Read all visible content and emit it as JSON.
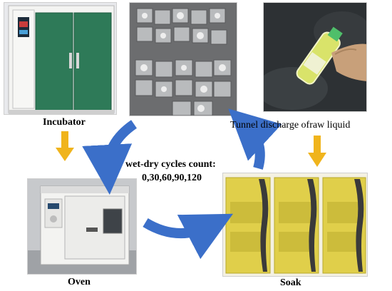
{
  "labels": {
    "incubator": "Incubator",
    "oven": "Oven",
    "soak": "Soak",
    "tunnel_liquid": "Tunnel discharge ofraw liquid",
    "cycles_title": "wet-dry cycles count:",
    "cycles_values": "0,30,60,90,120"
  },
  "colors": {
    "cycle_arrow": "#3b6fc9",
    "step_arrow": "#f0b41c",
    "incubator_door": "#2e7a58",
    "soak_liquid": "#e0cf4a"
  }
}
